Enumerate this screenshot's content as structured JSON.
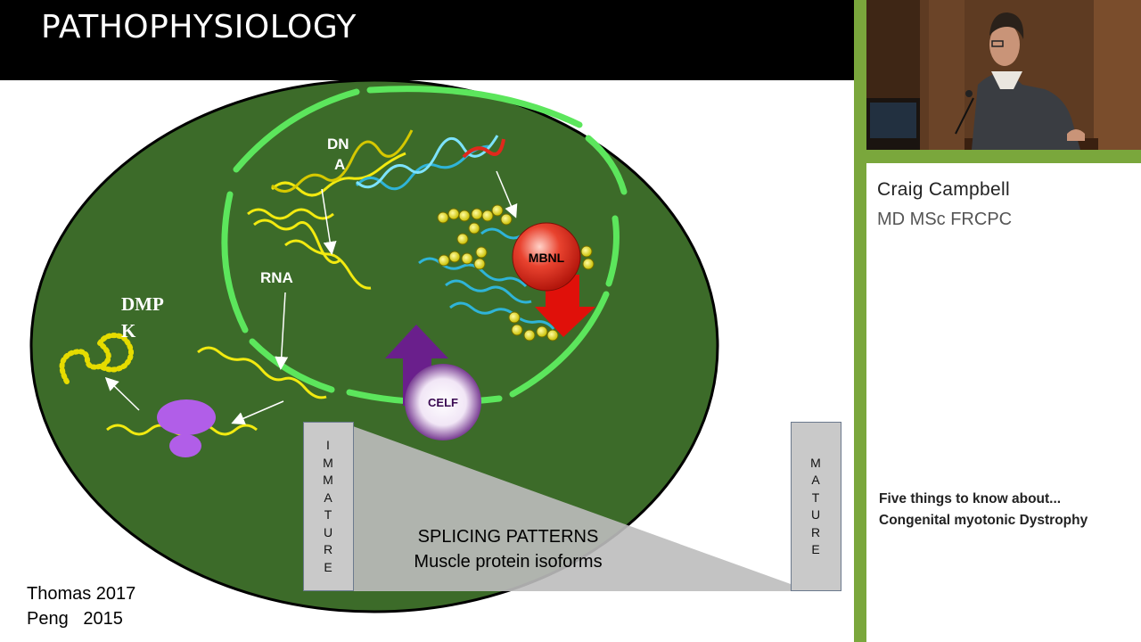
{
  "slide": {
    "title": "PATHOPHYSIOLOGY",
    "labels": {
      "dna": "DN",
      "dna_a": "A",
      "rna": "RNA",
      "dmpk": "DMP",
      "dmpk_k": "K",
      "mbnl": "MBNL",
      "celf": "CELF"
    },
    "immature_letters": [
      "I",
      "M",
      "M",
      "A",
      "T",
      "U",
      "R",
      "E"
    ],
    "mature_letters": [
      "M",
      "A",
      "T",
      "U",
      "R",
      "E"
    ],
    "splicing": {
      "line1": "SPLICING PATTERNS",
      "line2": "Muscle protein isoforms"
    },
    "references": [
      "Thomas 2017",
      "Peng   2015"
    ]
  },
  "speaker": {
    "name": "Craig Campbell",
    "credentials": "MD MSc FRCPC"
  },
  "talk": {
    "line1": "Five things to know about...",
    "line2": "Congenital myotonic Dystrophy"
  },
  "colors": {
    "cell_fill": "#3c6b29",
    "nuclear_membrane": "#5ce65c",
    "rna_yellow": "#f2ea10",
    "dna_blue": "#2fb4d8",
    "mbnl_red": "#e0291c",
    "celf_purple": "#6a1f8c",
    "accent_green": "#7aa73c"
  }
}
